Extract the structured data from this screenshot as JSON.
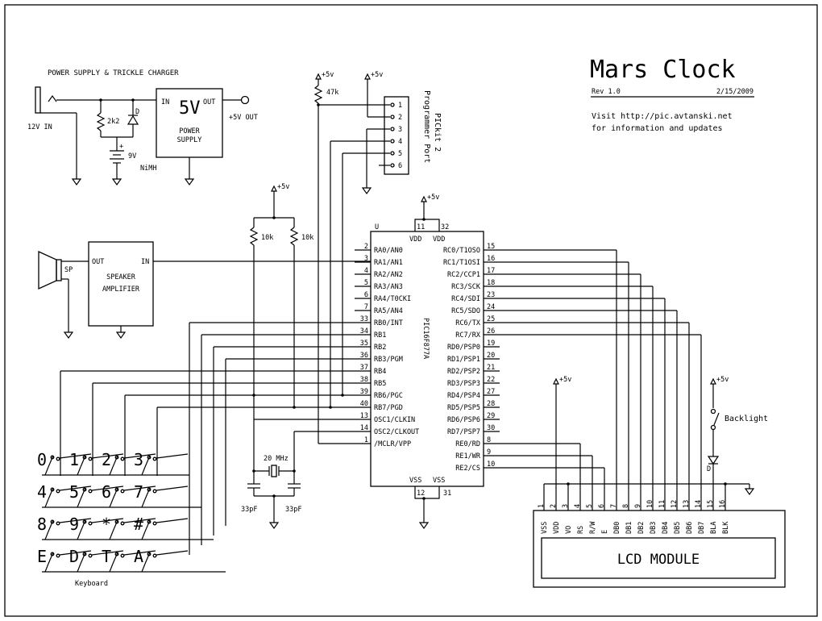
{
  "title": {
    "name": "Mars Clock",
    "rev": "Rev 1.0",
    "date": "2/15/2009",
    "info_line1": "Visit http://pic.avtanski.net",
    "info_line2": "for information and updates"
  },
  "power_supply": {
    "heading": "POWER SUPPLY & TRICKLE CHARGER",
    "input_label": "12V IN",
    "resistor": "2k2",
    "diode": "D",
    "battery_plus": "+",
    "battery": "9V",
    "battery_type": "NiMH",
    "reg_in": "IN",
    "reg_out": "OUT",
    "reg_big": "5V",
    "reg_line1": "POWER",
    "reg_line2": "SUPPLY",
    "output_label": "+5V OUT"
  },
  "supply_label": "+5v",
  "programmer": {
    "pullup": "47k",
    "title_line1": "PICkit 2",
    "title_line2": "Programmer Port",
    "pins": [
      "1",
      "2",
      "3",
      "4",
      "5",
      "6"
    ]
  },
  "amplifier": {
    "speaker": "SP",
    "out": "OUT",
    "in": "IN",
    "line1": "SPEAKER",
    "line2": "AMPLIFIER"
  },
  "pullups": [
    "10k",
    "10k"
  ],
  "crystal": {
    "freq": "20 MHz",
    "cap_left": "33pF",
    "cap_right": "33pF"
  },
  "mcu": {
    "ref": "U",
    "part": "PIC16F877A",
    "vdd_pins": [
      "11",
      "32"
    ],
    "vdd_label": "VDD",
    "vss_pins": [
      "12",
      "31"
    ],
    "vss_label": "VSS",
    "left_pins": [
      {
        "num": "2",
        "name": "RA0/AN0"
      },
      {
        "num": "3",
        "name": "RA1/AN1"
      },
      {
        "num": "4",
        "name": "RA2/AN2"
      },
      {
        "num": "5",
        "name": "RA3/AN3"
      },
      {
        "num": "6",
        "name": "RA4/T0CKI"
      },
      {
        "num": "7",
        "name": "RA5/AN4"
      },
      {
        "num": "33",
        "name": "RB0/INT"
      },
      {
        "num": "34",
        "name": "RB1"
      },
      {
        "num": "35",
        "name": "RB2"
      },
      {
        "num": "36",
        "name": "RB3/PGM"
      },
      {
        "num": "37",
        "name": "RB4"
      },
      {
        "num": "38",
        "name": "RB5"
      },
      {
        "num": "39",
        "name": "RB6/PGC"
      },
      {
        "num": "40",
        "name": "RB7/PGD"
      },
      {
        "num": "13",
        "name": "OSC1/CLKIN"
      },
      {
        "num": "14",
        "name": "OSC2/CLKOUT"
      },
      {
        "num": "1",
        "name": "/MCLR/VPP"
      }
    ],
    "right_pins": [
      {
        "num": "15",
        "name": "RC0/T1OSO"
      },
      {
        "num": "16",
        "name": "RC1/T1OSI"
      },
      {
        "num": "17",
        "name": "RC2/CCP1"
      },
      {
        "num": "18",
        "name": "RC3/SCK"
      },
      {
        "num": "23",
        "name": "RC4/SDI"
      },
      {
        "num": "24",
        "name": "RC5/SDO"
      },
      {
        "num": "25",
        "name": "RC6/TX"
      },
      {
        "num": "26",
        "name": "RC7/RX"
      },
      {
        "num": "19",
        "name": "RD0/PSP0"
      },
      {
        "num": "20",
        "name": "RD1/PSP1"
      },
      {
        "num": "21",
        "name": "RD2/PSP2"
      },
      {
        "num": "22",
        "name": "RD3/PSP3"
      },
      {
        "num": "27",
        "name": "RD4/PSP4"
      },
      {
        "num": "28",
        "name": "RD5/PSP5"
      },
      {
        "num": "29",
        "name": "RD6/PSP6"
      },
      {
        "num": "30",
        "name": "RD7/PSP7"
      },
      {
        "num": "8",
        "name": "RE0/RD"
      },
      {
        "num": "9",
        "name": "RE1/WR"
      },
      {
        "num": "10",
        "name": "RE2/CS"
      }
    ]
  },
  "keyboard": {
    "label": "Keyboard",
    "keys": [
      [
        "0",
        "1",
        "2",
        "3"
      ],
      [
        "4",
        "5",
        "6",
        "7"
      ],
      [
        "8",
        "9",
        "*",
        "#"
      ],
      [
        "E",
        "D",
        "T",
        "A"
      ]
    ]
  },
  "backlight": {
    "switch_label": "Backlight",
    "diode": "D"
  },
  "lcd": {
    "label": "LCD MODULE",
    "pins": [
      {
        "num": "1",
        "name": "VSS"
      },
      {
        "num": "2",
        "name": "VDD"
      },
      {
        "num": "3",
        "name": "VO"
      },
      {
        "num": "4",
        "name": "RS"
      },
      {
        "num": "5",
        "name": "R/W"
      },
      {
        "num": "6",
        "name": "E"
      },
      {
        "num": "7",
        "name": "DB0"
      },
      {
        "num": "8",
        "name": "DB1"
      },
      {
        "num": "9",
        "name": "DB2"
      },
      {
        "num": "10",
        "name": "DB3"
      },
      {
        "num": "11",
        "name": "DB4"
      },
      {
        "num": "12",
        "name": "DB5"
      },
      {
        "num": "13",
        "name": "DB6"
      },
      {
        "num": "14",
        "name": "DB7"
      },
      {
        "num": "15",
        "name": "BLA"
      },
      {
        "num": "16",
        "name": "BLK"
      }
    ]
  }
}
